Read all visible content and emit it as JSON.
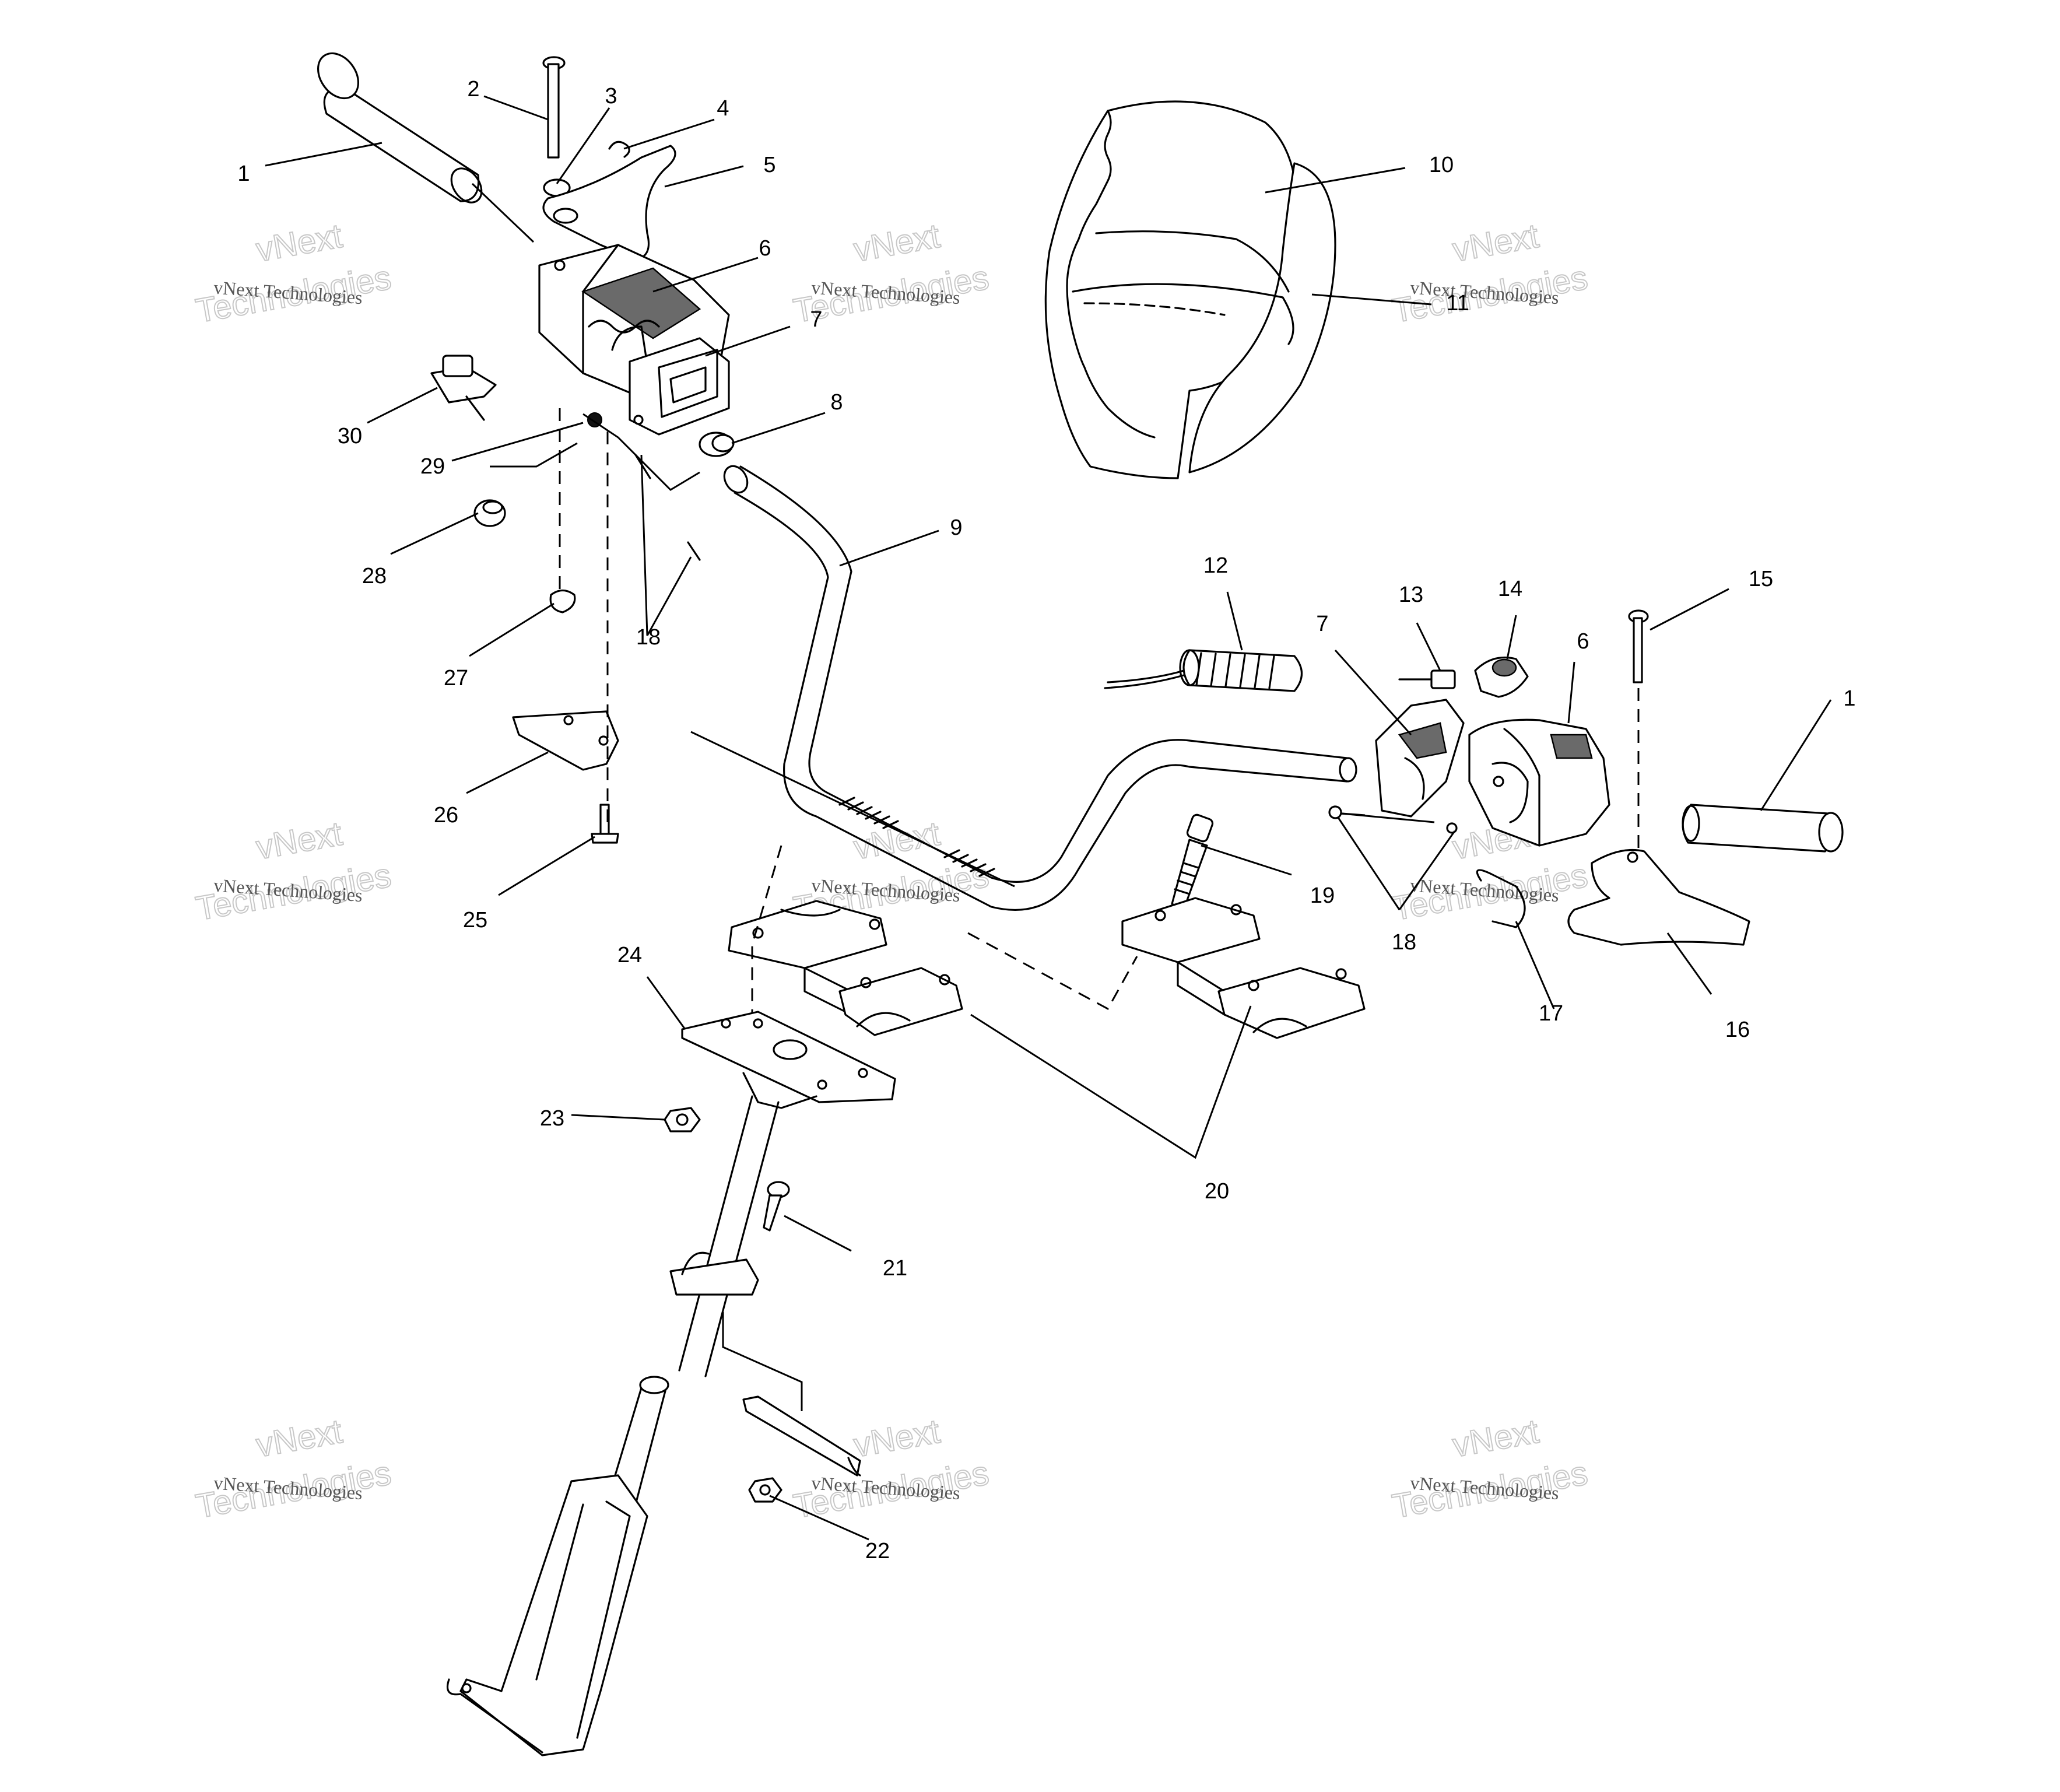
{
  "watermark": {
    "line_top": "vNext",
    "line_middle": "vNext Technologies",
    "line_bottom": "Technologies"
  },
  "callouts": {
    "c1": "1",
    "c2": "2",
    "c3": "3",
    "c4": "4",
    "c5": "5",
    "c6": "6",
    "c7": "7",
    "c8": "8",
    "c9": "9",
    "c10": "10",
    "c11": "11",
    "c12": "12",
    "c13": "13",
    "c14": "14",
    "c15": "15",
    "c16": "16",
    "c17": "17",
    "c18": "18",
    "c19": "19",
    "c20": "20",
    "c21": "21",
    "c22": "22",
    "c23": "23",
    "c24": "24",
    "c25": "25",
    "c26": "26",
    "c27": "27",
    "c28": "28",
    "c29": "29",
    "c30": "30"
  }
}
